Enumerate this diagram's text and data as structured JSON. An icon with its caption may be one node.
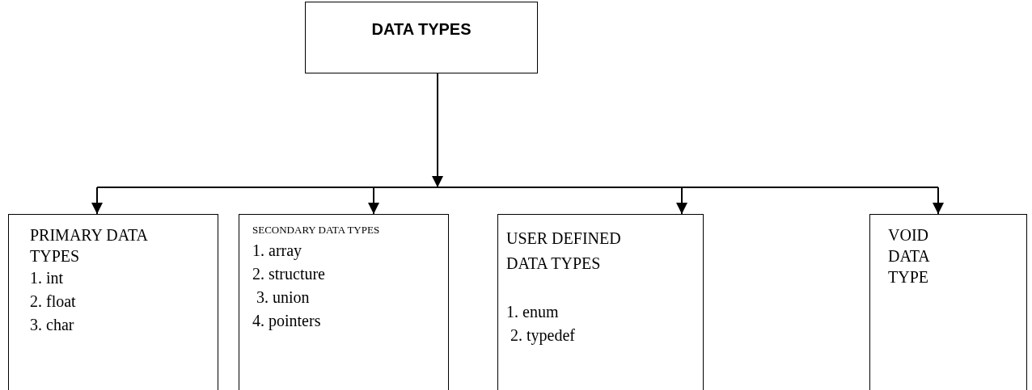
{
  "diagram": {
    "nodes": [
      {
        "text": [
          "DATA TYPES"
        ]
      },
      {
        "text": [
          "PRIMARY DATA TYPES",
          "1. int",
          "2. float",
          "3. char"
        ]
      },
      {
        "text": [
          "SECONDARY DATA TYPES",
          "1. array",
          "2. structure",
          "3. union",
          "4. pointers"
        ]
      },
      {
        "text": [
          "USER DEFINED DATA TYPES",
          "1. enum",
          "2. typedef"
        ]
      },
      {
        "text": [
          "VOID DATA TYPE"
        ]
      }
    ],
    "edges": [
      {
        "from": 0,
        "to": 1,
        "arrow": "to"
      },
      {
        "from": 0,
        "to": 2,
        "arrow": "to"
      },
      {
        "from": 0,
        "to": 3,
        "arrow": "to"
      },
      {
        "from": 0,
        "to": 4,
        "arrow": "to"
      }
    ]
  }
}
